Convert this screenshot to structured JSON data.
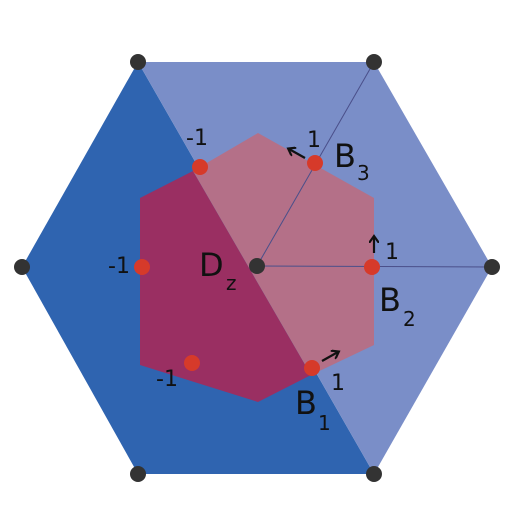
{
  "colors": {
    "background": "#ffffff",
    "outer_dark": "#2f64b0",
    "outer_light": "#7a8ec8",
    "inner_dark": "#9a2f62",
    "inner_light": "#b47088",
    "vertex": "#333333",
    "point": "#d63a2a",
    "line": "#4a4f8a",
    "arrow": "#111111",
    "text": "#111111"
  },
  "labels": {
    "center_main": "D",
    "center_sub": "z",
    "b1_main": "B",
    "b1_sub": "1",
    "b2_main": "B",
    "b2_sub": "2",
    "b3_main": "B",
    "b3_sub": "3",
    "weight_b1": "1",
    "weight_b2": "1",
    "weight_b3": "1",
    "weight_left_top": "-1",
    "weight_left_mid": "-1",
    "weight_left_bot": "-1"
  }
}
